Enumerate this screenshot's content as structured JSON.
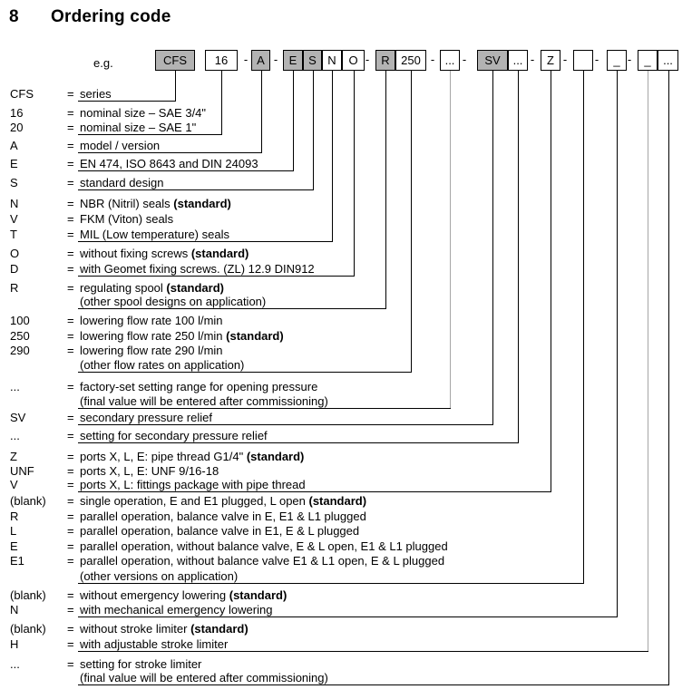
{
  "header": {
    "section_number": "8",
    "section_title": "Ordering code"
  },
  "example_label": "e.g.",
  "equals": "=",
  "dash": "-",
  "colors": {
    "box_fill": "#b3b3b3",
    "line": "#000000",
    "gray_line": "#a6a6a6"
  },
  "code_boxes": [
    {
      "label": "CFS",
      "filled": true
    },
    {
      "label": "16",
      "filled": false
    },
    {
      "label": "A",
      "filled": true
    },
    {
      "label": "E",
      "filled": true
    },
    {
      "label": "S",
      "filled": true
    },
    {
      "label": "N",
      "filled": false
    },
    {
      "label": "O",
      "filled": false
    },
    {
      "label": "R",
      "filled": true
    },
    {
      "label": "250",
      "filled": false
    },
    {
      "label": "...",
      "filled": false
    },
    {
      "label": "SV",
      "filled": true
    },
    {
      "label": "...",
      "filled": false
    },
    {
      "label": "Z",
      "filled": false
    },
    {
      "label": "",
      "filled": false
    },
    {
      "label": "_",
      "filled": false
    },
    {
      "label": "_",
      "filled": false
    },
    {
      "label": "...",
      "filled": false
    }
  ],
  "legend_rows": [
    {
      "code": "CFS",
      "text": "series",
      "bold": ""
    },
    {
      "code": "16",
      "text": "nominal size – SAE 3/4\"",
      "bold": ""
    },
    {
      "code": "20",
      "text": "nominal size – SAE 1\"",
      "bold": ""
    },
    {
      "code": "A",
      "text": "model / version",
      "bold": ""
    },
    {
      "code": "E",
      "text": "EN 474, ISO 8643 and DIN 24093",
      "bold": ""
    },
    {
      "code": "S",
      "text": "standard design",
      "bold": ""
    },
    {
      "code": "N",
      "text": "NBR (Nitril) seals ",
      "bold": "(standard)"
    },
    {
      "code": "V",
      "text": "FKM (Viton) seals",
      "bold": ""
    },
    {
      "code": "T",
      "text": "MIL (Low temperature) seals",
      "bold": ""
    },
    {
      "code": "O",
      "text": "without fixing screws ",
      "bold": "(standard)"
    },
    {
      "code": "D",
      "text": "with Geomet fixing screws. (ZL) 12.9 DIN912",
      "bold": ""
    },
    {
      "code": "R",
      "text": "regulating spool ",
      "bold": "(standard)"
    },
    {
      "code": "",
      "text": "(other spool designs on application)",
      "bold": ""
    },
    {
      "code": "100",
      "text": "lowering flow rate 100 l/min",
      "bold": ""
    },
    {
      "code": "250",
      "text": "lowering flow rate 250 l/min ",
      "bold": "(standard)"
    },
    {
      "code": "290",
      "text": "lowering flow rate 290 l/min",
      "bold": ""
    },
    {
      "code": "",
      "text": "(other flow rates on application)",
      "bold": ""
    },
    {
      "code": "...",
      "text": "factory-set setting range for opening pressure",
      "bold": ""
    },
    {
      "code": "",
      "text": "(final value will be entered after commissioning)",
      "bold": ""
    },
    {
      "code": "SV",
      "text": "secondary pressure relief",
      "bold": ""
    },
    {
      "code": "...",
      "text": "setting for secondary pressure relief",
      "bold": ""
    },
    {
      "code": "Z",
      "text": "ports X, L, E: pipe thread G1/4\" ",
      "bold": "(standard)"
    },
    {
      "code": "UNF",
      "text": "ports X, L, E: UNF 9/16-18",
      "bold": ""
    },
    {
      "code": "V",
      "text": "ports X, L: fittings package with pipe thread",
      "bold": ""
    },
    {
      "code": "(blank)",
      "text": "single operation, E and E1 plugged, L open ",
      "bold": "(standard)"
    },
    {
      "code": "R",
      "text": "parallel operation, balance valve in E, E1 & L1 plugged",
      "bold": ""
    },
    {
      "code": "L",
      "text": "parallel operation, balance valve in E1, E & L plugged",
      "bold": ""
    },
    {
      "code": "E",
      "text": "parallel operation, without balance valve, E & L open, E1 & L1 plugged",
      "bold": ""
    },
    {
      "code": "E1",
      "text": "parallel operation, without balance valve E1 & L1 open, E & L plugged",
      "bold": ""
    },
    {
      "code": "",
      "text": "(other versions on application)",
      "bold": ""
    },
    {
      "code": "(blank)",
      "text": "without emergency lowering ",
      "bold": "(standard)"
    },
    {
      "code": "N",
      "text": "with mechanical emergency lowering",
      "bold": ""
    },
    {
      "code": "(blank)",
      "text": "without stroke limiter ",
      "bold": "(standard)"
    },
    {
      "code": "H",
      "text": "with adjustable stroke limiter",
      "bold": ""
    },
    {
      "code": "...",
      "text": "setting for stroke limiter",
      "bold": ""
    },
    {
      "code": "",
      "text": "(final value will be entered after commissioning)",
      "bold": ""
    }
  ]
}
